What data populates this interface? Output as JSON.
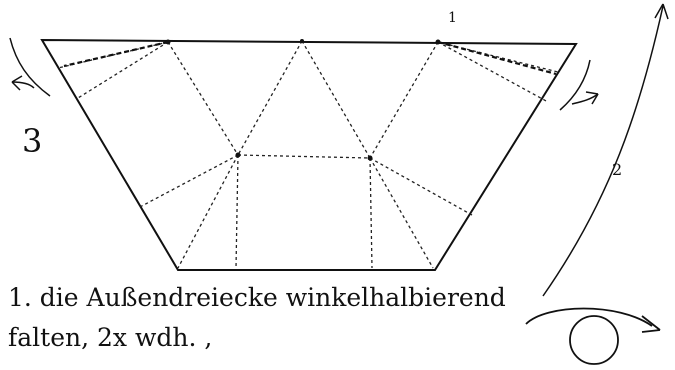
{
  "diagram": {
    "step_label_big": "3",
    "step_label_small_top": "1",
    "step_label_right": "2",
    "instruction_line1": "1. die Außendreiecke winkelhalbierend",
    "instruction_line2": "falten, 2x wdh. ,",
    "colors": {
      "ink": "#111111",
      "background": "#ffffff"
    },
    "icons": [
      "fold-arrow-left-icon",
      "fold-arrow-right-icon",
      "long-arrow-icon",
      "turn-over-icon"
    ]
  }
}
